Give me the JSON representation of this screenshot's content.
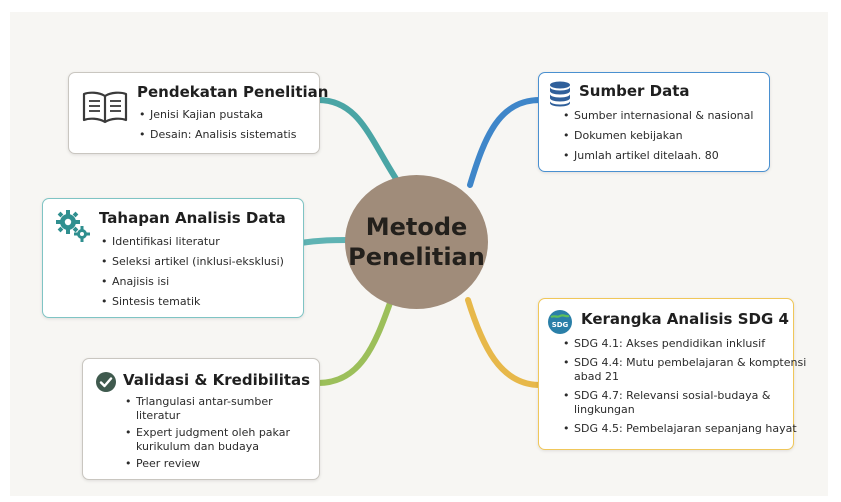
{
  "center": {
    "title": "Metode\nPenelitian"
  },
  "nodes": {
    "pendekatan": {
      "title": "Pendekatan Penelitian",
      "icon": "open-book-icon",
      "items": [
        "Jenisi Kajian pustaka",
        "Desain: Analisis sistematis"
      ]
    },
    "tahapan": {
      "title": "Tahapan Analisis Data",
      "icon": "gears-icon",
      "items": [
        "Identifikasi literatur",
        "Seleksi artikel (inklusi-eksklusi)",
        "Anajisis isi",
        "Sintesis tematik"
      ]
    },
    "validasi": {
      "title": "Validasi & Kredibilitas",
      "icon": "check-circle-icon",
      "items": [
        "Trlangulasi antar-sumber literatur",
        "Expert judgment oleh pakar kurikulum dan budaya",
        "Peer review"
      ]
    },
    "sumber": {
      "title": "Sumber Data",
      "icon": "database-icon",
      "items": [
        "Sumber internasional & nasional",
        "Dokumen kebijakan",
        "Jumlah artikel ditelaah. 80"
      ]
    },
    "kerangka": {
      "title": "Kerangka Analisis SDG 4",
      "icon": "sdg-globe-icon",
      "icon_text": "SDG",
      "items": [
        "SDG 4.1: Akses pendidikan inklusif",
        "SDG 4.4: Mutu pembelajaran & komptensi abad 21",
        "SDG 4.7: Relevansi sosial-budaya & lingkungan",
        "SDG 4.5: Pembelajaran sepanjang hayat"
      ]
    }
  },
  "colors": {
    "center": "#a08c7a",
    "link_pendekatan": "#4aa5a5",
    "link_tahapan": "#5fb3b3",
    "link_validasi": "#9cbf5a",
    "link_sumber": "#3f86c9",
    "link_kerangka": "#e7b84a",
    "border_neutral": "#c9c6c0",
    "border_tahapan": "#7fc4c4",
    "border_sumber": "#4a90d0",
    "border_kerangka": "#f0c75a",
    "icon_teal": "#2f8f8f"
  }
}
